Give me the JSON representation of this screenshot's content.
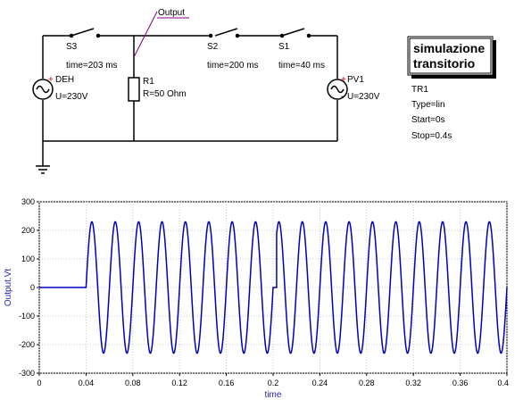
{
  "schematic": {
    "output_label": "Output",
    "components": {
      "S3": {
        "name": "S3",
        "param": "time=203 ms"
      },
      "S2": {
        "name": "S2",
        "param": "time=200 ms"
      },
      "S1": {
        "name": "S1",
        "param": "time=40 ms"
      },
      "R1": {
        "name": "R1",
        "param": "R=50 Ohm"
      },
      "DEH": {
        "name": "DEH",
        "param": "U=230V"
      },
      "PV1": {
        "name": "PV1",
        "param": "U=230V"
      }
    },
    "plus_sign": "+",
    "minus_sign": "-"
  },
  "simulation": {
    "title_line1": "simulazione",
    "title_line2": "transitorio",
    "name": "TR1",
    "type": "Type=lin",
    "start": "Start=0s",
    "stop": "Stop=0.4s"
  },
  "chart_data": {
    "type": "line",
    "xlabel": "time",
    "ylabel": "Output.Vt",
    "xlim": [
      0,
      0.4
    ],
    "ylim": [
      -300,
      300
    ],
    "xticks": [
      0,
      0.04,
      0.08,
      0.12,
      0.16,
      0.2,
      0.24,
      0.28,
      0.32,
      0.36,
      0.4
    ],
    "xtick_labels": [
      "0",
      "0.04",
      "0.08",
      "0.12",
      "0.16",
      "0.2",
      "0.24",
      "0.28",
      "0.32",
      "0.36",
      "0.4"
    ],
    "yticks": [
      -300,
      -200,
      -100,
      0,
      100,
      200,
      300
    ],
    "ytick_labels": [
      "-300",
      "-200",
      "-100",
      "0",
      "100",
      "200",
      "300"
    ],
    "grid": true,
    "series": [
      {
        "color": "#0000c0",
        "segments": [
          {
            "x_start": 0,
            "x_end": 0.04,
            "amplitude": 0,
            "frequency": 50,
            "phase_deg": 0
          },
          {
            "x_start": 0.04,
            "x_end": 0.2,
            "amplitude": 230,
            "frequency": 50,
            "phase_deg": 0
          },
          {
            "x_start": 0.2,
            "x_end": 0.203,
            "amplitude": 0,
            "frequency": 50,
            "phase_deg": 0
          },
          {
            "x_start": 0.203,
            "x_end": 0.4,
            "amplitude": 230,
            "frequency": 50,
            "phase_deg": 0
          }
        ]
      }
    ]
  }
}
